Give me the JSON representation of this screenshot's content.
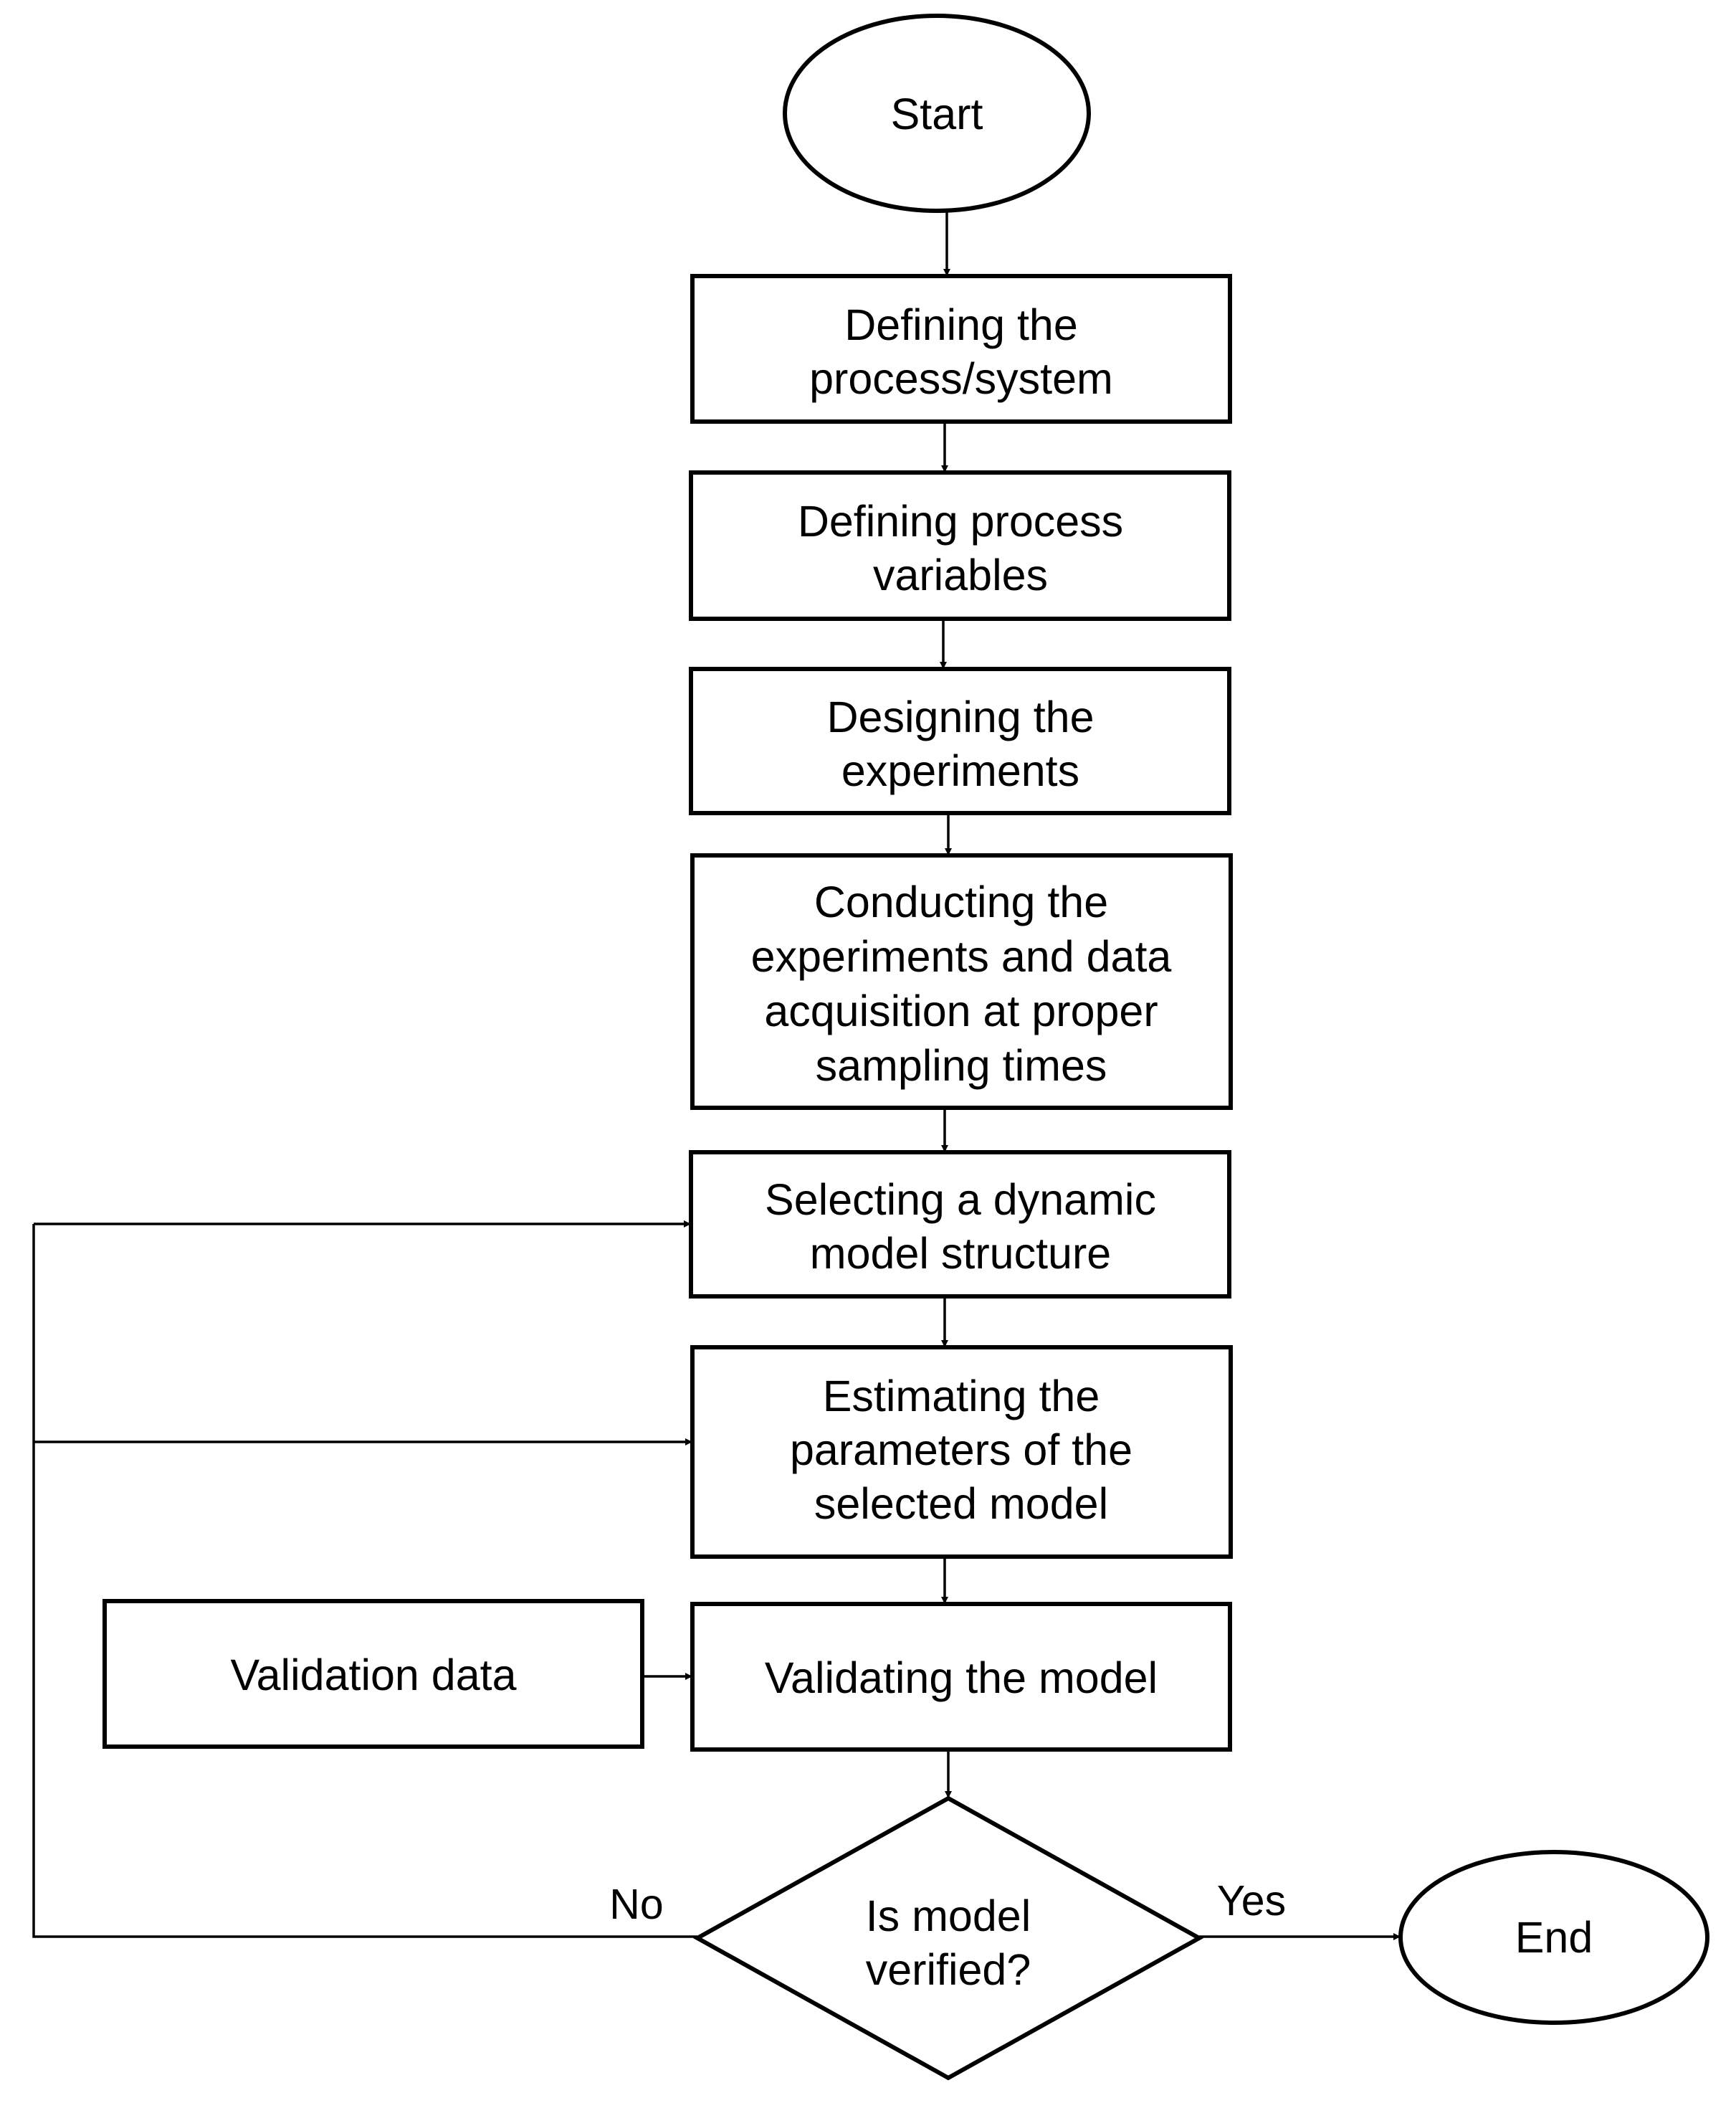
{
  "nodes": {
    "start": {
      "label": "Start"
    },
    "define_system": {
      "lines": [
        "Defining the",
        "process/system"
      ]
    },
    "define_variables": {
      "lines": [
        "Defining process",
        "variables"
      ]
    },
    "design_experiments": {
      "lines": [
        "Designing the",
        "experiments"
      ]
    },
    "conduct_experiments": {
      "lines": [
        "Conducting the",
        "experiments and data",
        "acquisition at proper",
        "sampling times"
      ]
    },
    "select_structure": {
      "lines": [
        "Selecting a dynamic",
        "model structure"
      ]
    },
    "estimate_parameters": {
      "lines": [
        "Estimating the",
        "parameters of the",
        "selected model"
      ]
    },
    "validation_data": {
      "label": "Validation data"
    },
    "validate_model": {
      "label": "Validating the model"
    },
    "decision": {
      "lines": [
        "Is model",
        "verified?"
      ]
    },
    "end": {
      "label": "End"
    }
  },
  "branches": {
    "no": "No",
    "yes": "Yes"
  },
  "colors": {
    "stroke": "#000000",
    "fill": "#ffffff",
    "text": "#000000"
  }
}
